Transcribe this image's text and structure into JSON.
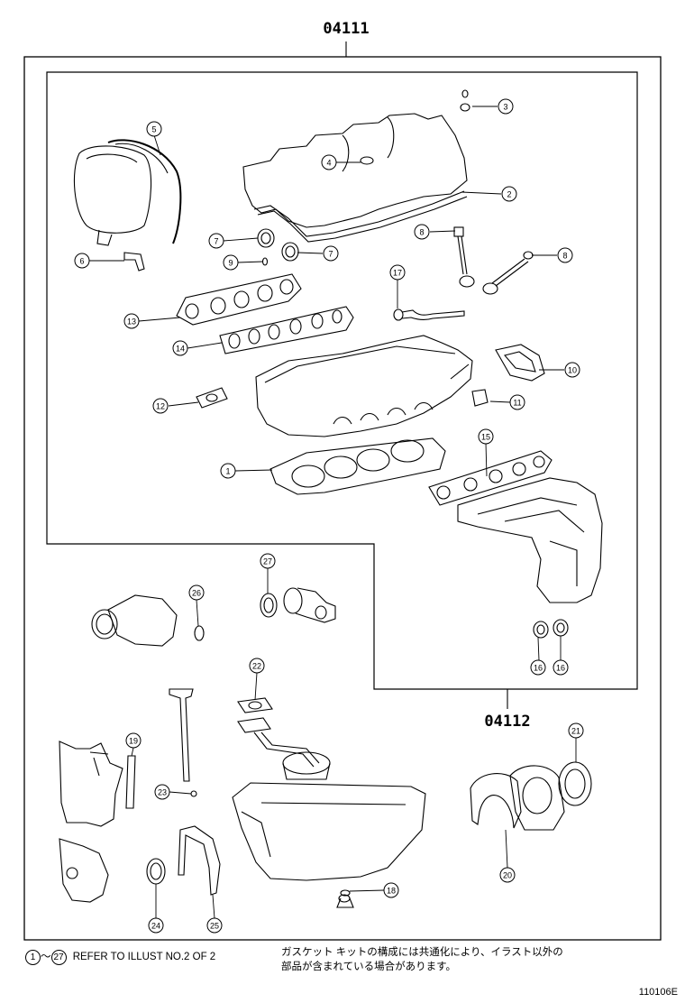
{
  "kit_codes": {
    "full_kit": "04111",
    "sub_kit": "04112"
  },
  "callouts": [
    {
      "id": "c1",
      "label": "1"
    },
    {
      "id": "c2",
      "label": "2"
    },
    {
      "id": "c3",
      "label": "3"
    },
    {
      "id": "c4",
      "label": "4"
    },
    {
      "id": "c5",
      "label": "5"
    },
    {
      "id": "c6",
      "label": "6"
    },
    {
      "id": "c7a",
      "label": "7"
    },
    {
      "id": "c7b",
      "label": "7"
    },
    {
      "id": "c8a",
      "label": "8"
    },
    {
      "id": "c8b",
      "label": "8"
    },
    {
      "id": "c9",
      "label": "9"
    },
    {
      "id": "c10",
      "label": "10"
    },
    {
      "id": "c11",
      "label": "11"
    },
    {
      "id": "c12",
      "label": "12"
    },
    {
      "id": "c13",
      "label": "13"
    },
    {
      "id": "c14",
      "label": "14"
    },
    {
      "id": "c15",
      "label": "15"
    },
    {
      "id": "c16a",
      "label": "16"
    },
    {
      "id": "c16b",
      "label": "16"
    },
    {
      "id": "c17",
      "label": "17"
    },
    {
      "id": "c18",
      "label": "18"
    },
    {
      "id": "c19",
      "label": "19"
    },
    {
      "id": "c20",
      "label": "20"
    },
    {
      "id": "c21",
      "label": "21"
    },
    {
      "id": "c22",
      "label": "22"
    },
    {
      "id": "c23",
      "label": "23"
    },
    {
      "id": "c24",
      "label": "24"
    },
    {
      "id": "c25",
      "label": "25"
    },
    {
      "id": "c26",
      "label": "26"
    },
    {
      "id": "c27",
      "label": "27"
    }
  ],
  "footer": {
    "ref_start": "1",
    "ref_tilde": "～",
    "ref_end": "27",
    "ref_text": "REFER TO ILLUST NO.2 OF 2",
    "jp_line1": "ガスケット キットの構成には共通化により、イラスト以外の",
    "jp_line2": "部品が含まれている場合があります。"
  },
  "figure_id": "110106E"
}
